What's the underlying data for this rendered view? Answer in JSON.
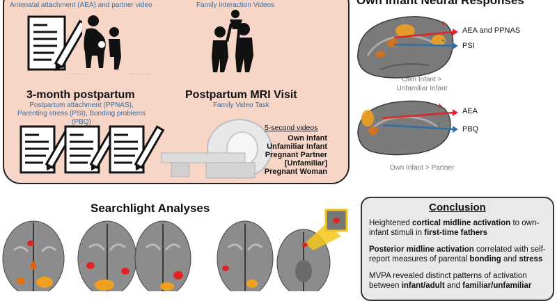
{
  "study": {
    "prenatal_item_1": "Antenatal attachment (AEA) and partner video",
    "prenatal_item_2": "Family Interaction Videos",
    "postpartum_3mo": {
      "title": "3-month postpartum",
      "measures": "Postpartum attachment (PPNAS), Parenting stress (PSI), Bonding problems (PBQ)"
    },
    "mri_visit": {
      "title": "Postpartum MRI Visit",
      "subtitle": "Family Video Task",
      "videos_heading": "5-second videos",
      "videos": [
        "Own Infant",
        "Unfamiliar Infant",
        "Pregnant Partner",
        "[Unfamiliar]",
        "Pregnant Woman"
      ]
    }
  },
  "neural": {
    "title": "Own Infant Neural Responses",
    "top_brain": {
      "arrow_plus_label": "AEA and PPNAS",
      "arrow_minus_label": "PSI",
      "caption": "Own Infant > Unfamiliar Infant"
    },
    "bottom_brain": {
      "arrow_plus_label": "AEA",
      "arrow_minus_label": "PBQ",
      "caption": "Own Infant > Partner"
    },
    "plus_sign": "+",
    "minus_sign": "-"
  },
  "searchlight": {
    "title": "Searchlight Analyses"
  },
  "conclusion": {
    "title": "Conclusion",
    "p1_pre": "Heightened ",
    "p1_bold1": "cortical midline activation",
    "p1_mid": " to own-infant stimuli in ",
    "p1_bold2": "first-time fathers",
    "p2_bold1": "Posterior midline activation",
    "p2_mid": " correlated with self-report measures of parental ",
    "p2_bold2": "bonding",
    "p2_and": " and ",
    "p2_bold3": "stress",
    "p3_pre": "MVPA revealed distinct patterns of activation between ",
    "p3_bold1": "infant/adult",
    "p3_and": " and ",
    "p3_bold2": "familiar/unfamiliar"
  },
  "colors": {
    "panel_bg": "#f7d6c8",
    "label_blue": "#2f6fa8",
    "arrow_red": "#e02424",
    "arrow_blue": "#2f6fa8",
    "activation": "#f0a020",
    "conclusion_bg": "#e9e9e9"
  }
}
